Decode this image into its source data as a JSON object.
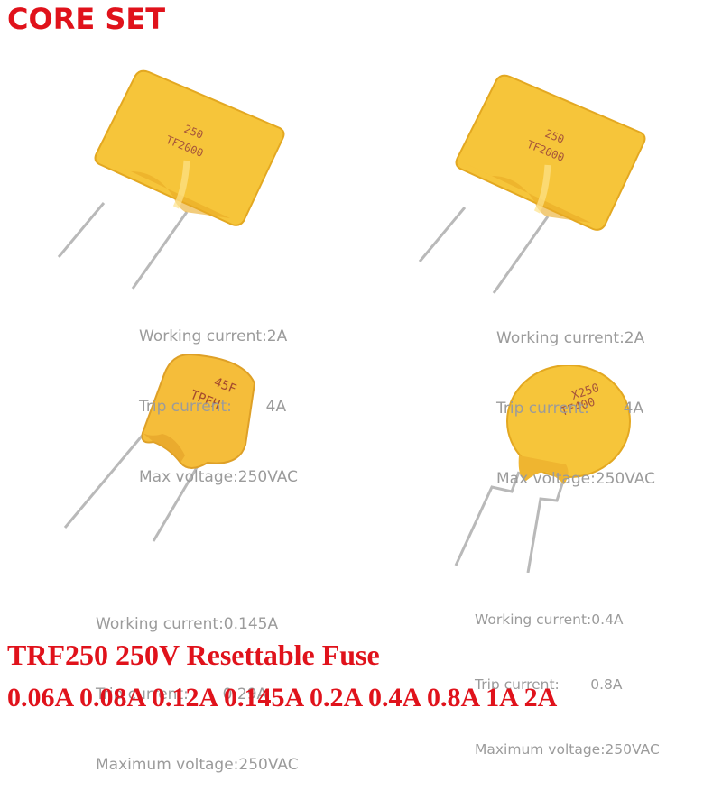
{
  "brand": "CORE SET",
  "colors": {
    "brand_red": "#e0121b",
    "fuse_yellow": "#f6c53a",
    "spec_gray": "#9b9b9b"
  },
  "products": [
    {
      "marking_line1": "250",
      "marking_line2": "TF2000",
      "specs": [
        "Working current:2A",
        "Trip current:       4A",
        "Max voltage:250VAC"
      ]
    },
    {
      "marking_line1": "250",
      "marking_line2": "TF2000",
      "specs": [
        "Working current:2A",
        "Trip current:       4A",
        "Max voltage:250VAC"
      ]
    },
    {
      "marking_line1": "45F",
      "marking_line2": "TPFH",
      "specs": [
        "Working current:0.145A",
        "Trip current:       0.29A",
        "Maximum voltage:250VAC"
      ]
    },
    {
      "marking_line1": "X250",
      "marking_line2": "TF400",
      "specs": [
        "Working current:0.4A",
        "Trip current:       0.8A",
        "Maximum voltage:250VAC"
      ]
    }
  ],
  "title": "TRF250 250V Resettable Fuse",
  "sizes": "0.06A 0.08A 0.12A 0.145A 0.2A 0.4A 0.8A 1A 2A"
}
